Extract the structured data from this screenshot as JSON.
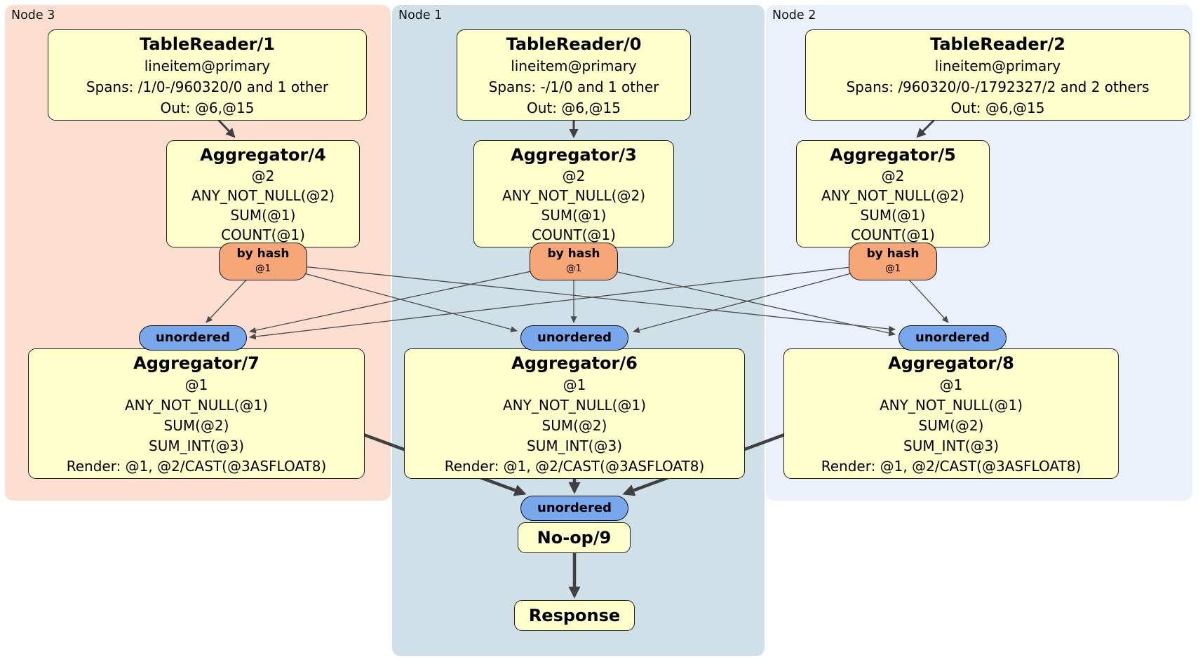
{
  "diagram": {
    "node_groups": [
      {
        "label": "Node 3"
      },
      {
        "label": "Node 1"
      },
      {
        "label": "Node 2"
      }
    ],
    "operators": {
      "tablereader1": {
        "title": "TableReader/1",
        "lines": [
          "lineitem@primary",
          "Spans: /1/0-/960320/0 and 1 other",
          "Out: @6,@15"
        ]
      },
      "tablereader0": {
        "title": "TableReader/0",
        "lines": [
          "lineitem@primary",
          "Spans: -/1/0 and 1 other",
          "Out: @6,@15"
        ]
      },
      "tablereader2": {
        "title": "TableReader/2",
        "lines": [
          "lineitem@primary",
          "Spans: /960320/0-/1792327/2 and 2 others",
          "Out: @6,@15"
        ]
      },
      "aggregator4": {
        "title": "Aggregator/4",
        "lines": [
          "@2",
          "ANY_NOT_NULL(@2)",
          "SUM(@1)",
          "COUNT(@1)"
        ]
      },
      "aggregator3": {
        "title": "Aggregator/3",
        "lines": [
          "@2",
          "ANY_NOT_NULL(@2)",
          "SUM(@1)",
          "COUNT(@1)"
        ]
      },
      "aggregator5": {
        "title": "Aggregator/5",
        "lines": [
          "@2",
          "ANY_NOT_NULL(@2)",
          "SUM(@1)",
          "COUNT(@1)"
        ]
      },
      "aggregator7": {
        "title": "Aggregator/7",
        "lines": [
          "@1",
          "ANY_NOT_NULL(@1)",
          "SUM(@2)",
          "SUM_INT(@3)",
          "Render: @1, @2/CAST(@3ASFLOAT8)"
        ]
      },
      "aggregator6": {
        "title": "Aggregator/6",
        "lines": [
          "@1",
          "ANY_NOT_NULL(@1)",
          "SUM(@2)",
          "SUM_INT(@3)",
          "Render: @1, @2/CAST(@3ASFLOAT8)"
        ]
      },
      "aggregator8": {
        "title": "Aggregator/8",
        "lines": [
          "@1",
          "ANY_NOT_NULL(@1)",
          "SUM(@2)",
          "SUM_INT(@3)",
          "Render: @1, @2/CAST(@3ASFLOAT8)"
        ]
      },
      "noop9": {
        "title": "No-op/9"
      },
      "response": {
        "title": "Response"
      }
    },
    "hash_routers": [
      {
        "label": "by hash",
        "detail": "@1"
      },
      {
        "label": "by hash",
        "detail": "@1"
      },
      {
        "label": "by hash",
        "detail": "@1"
      }
    ],
    "unordered_syncs": [
      {
        "label": "unordered"
      },
      {
        "label": "unordered"
      },
      {
        "label": "unordered"
      },
      {
        "label": "unordered"
      }
    ],
    "colors": {
      "node3_bg": "#fcdfd1",
      "node1_bg": "#cfe0e8",
      "node2_bg": "#eaf1fb",
      "operator_fill": "#ffffcc",
      "hash_router_fill": "#f7a677",
      "unordered_sync_fill": "#79a7ec",
      "edge": "#404040"
    }
  }
}
